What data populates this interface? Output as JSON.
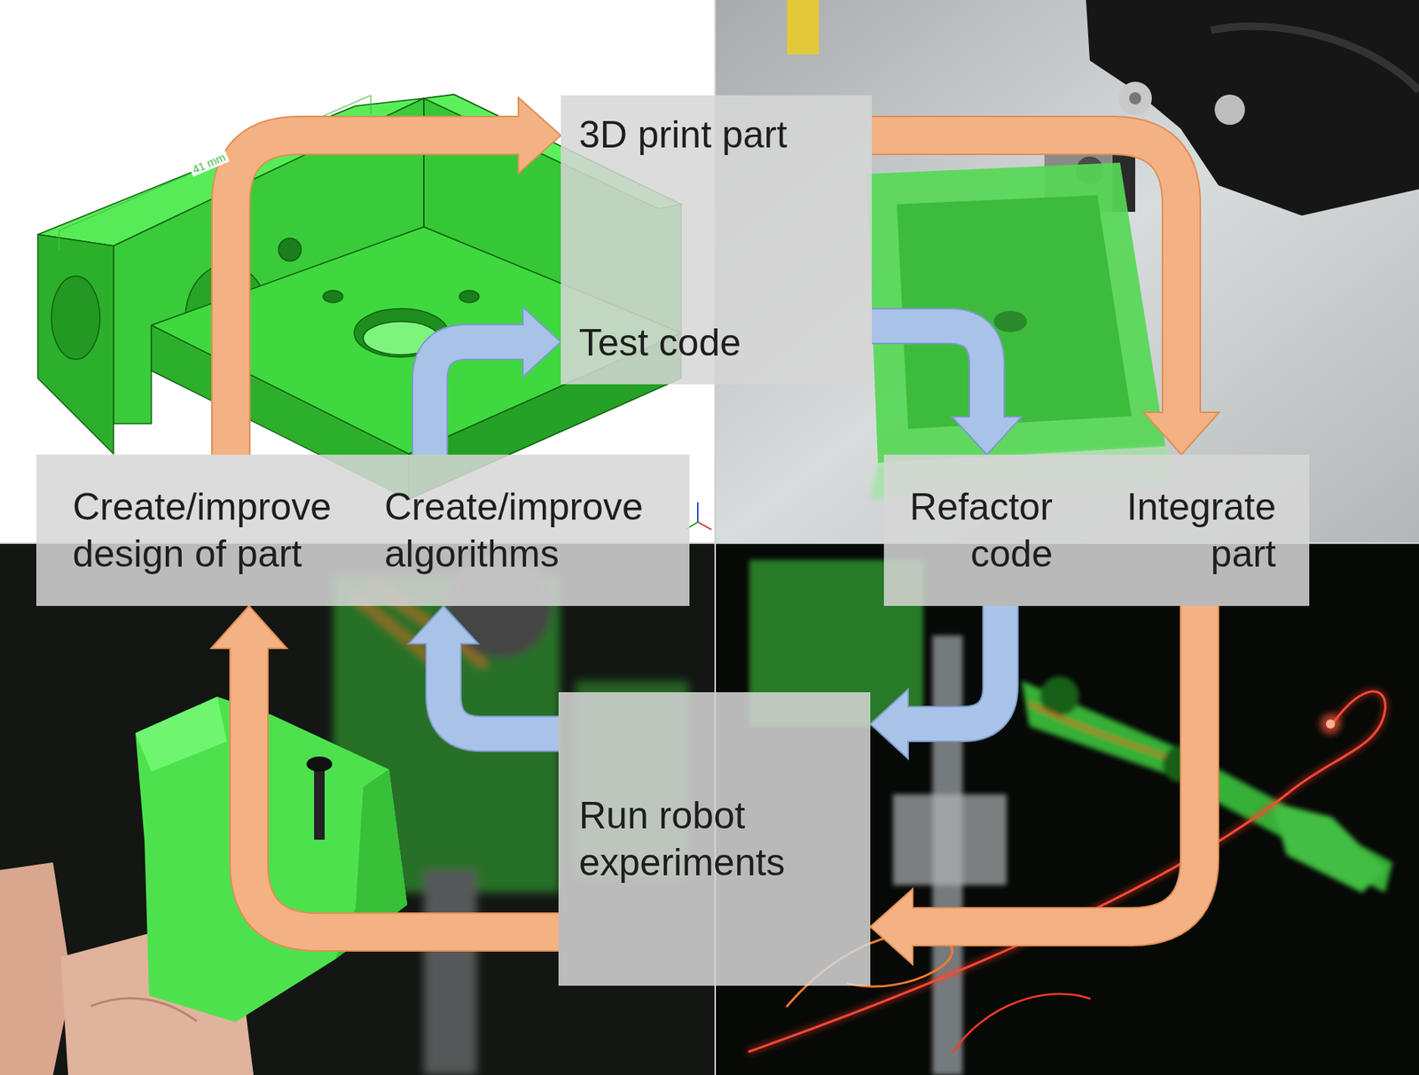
{
  "diagram": {
    "nodes": [
      {
        "text": [
          "3D print part"
        ]
      },
      {
        "text": [
          "Test code"
        ]
      },
      {
        "text": [
          "Create/improve design of part"
        ]
      },
      {
        "text": [
          "Create/improve algorithms"
        ]
      },
      {
        "text": [
          "Refactor code"
        ]
      },
      {
        "text": [
          "Integrate part"
        ]
      },
      {
        "text": [
          "Run robot experiments"
        ]
      }
    ],
    "edges": [
      {
        "from": 2,
        "to": 0,
        "arrow": "to"
      },
      {
        "from": 0,
        "to": 5,
        "arrow": "to"
      },
      {
        "from": 5,
        "to": 6,
        "arrow": "to"
      },
      {
        "from": 6,
        "to": 2,
        "arrow": "to"
      },
      {
        "from": 3,
        "to": 1,
        "arrow": "to"
      },
      {
        "from": 1,
        "to": 4,
        "arrow": "to"
      },
      {
        "from": 4,
        "to": 6,
        "arrow": "to"
      },
      {
        "from": 6,
        "to": 3,
        "arrow": "to"
      }
    ],
    "labels": [
      "41 mm"
    ]
  }
}
